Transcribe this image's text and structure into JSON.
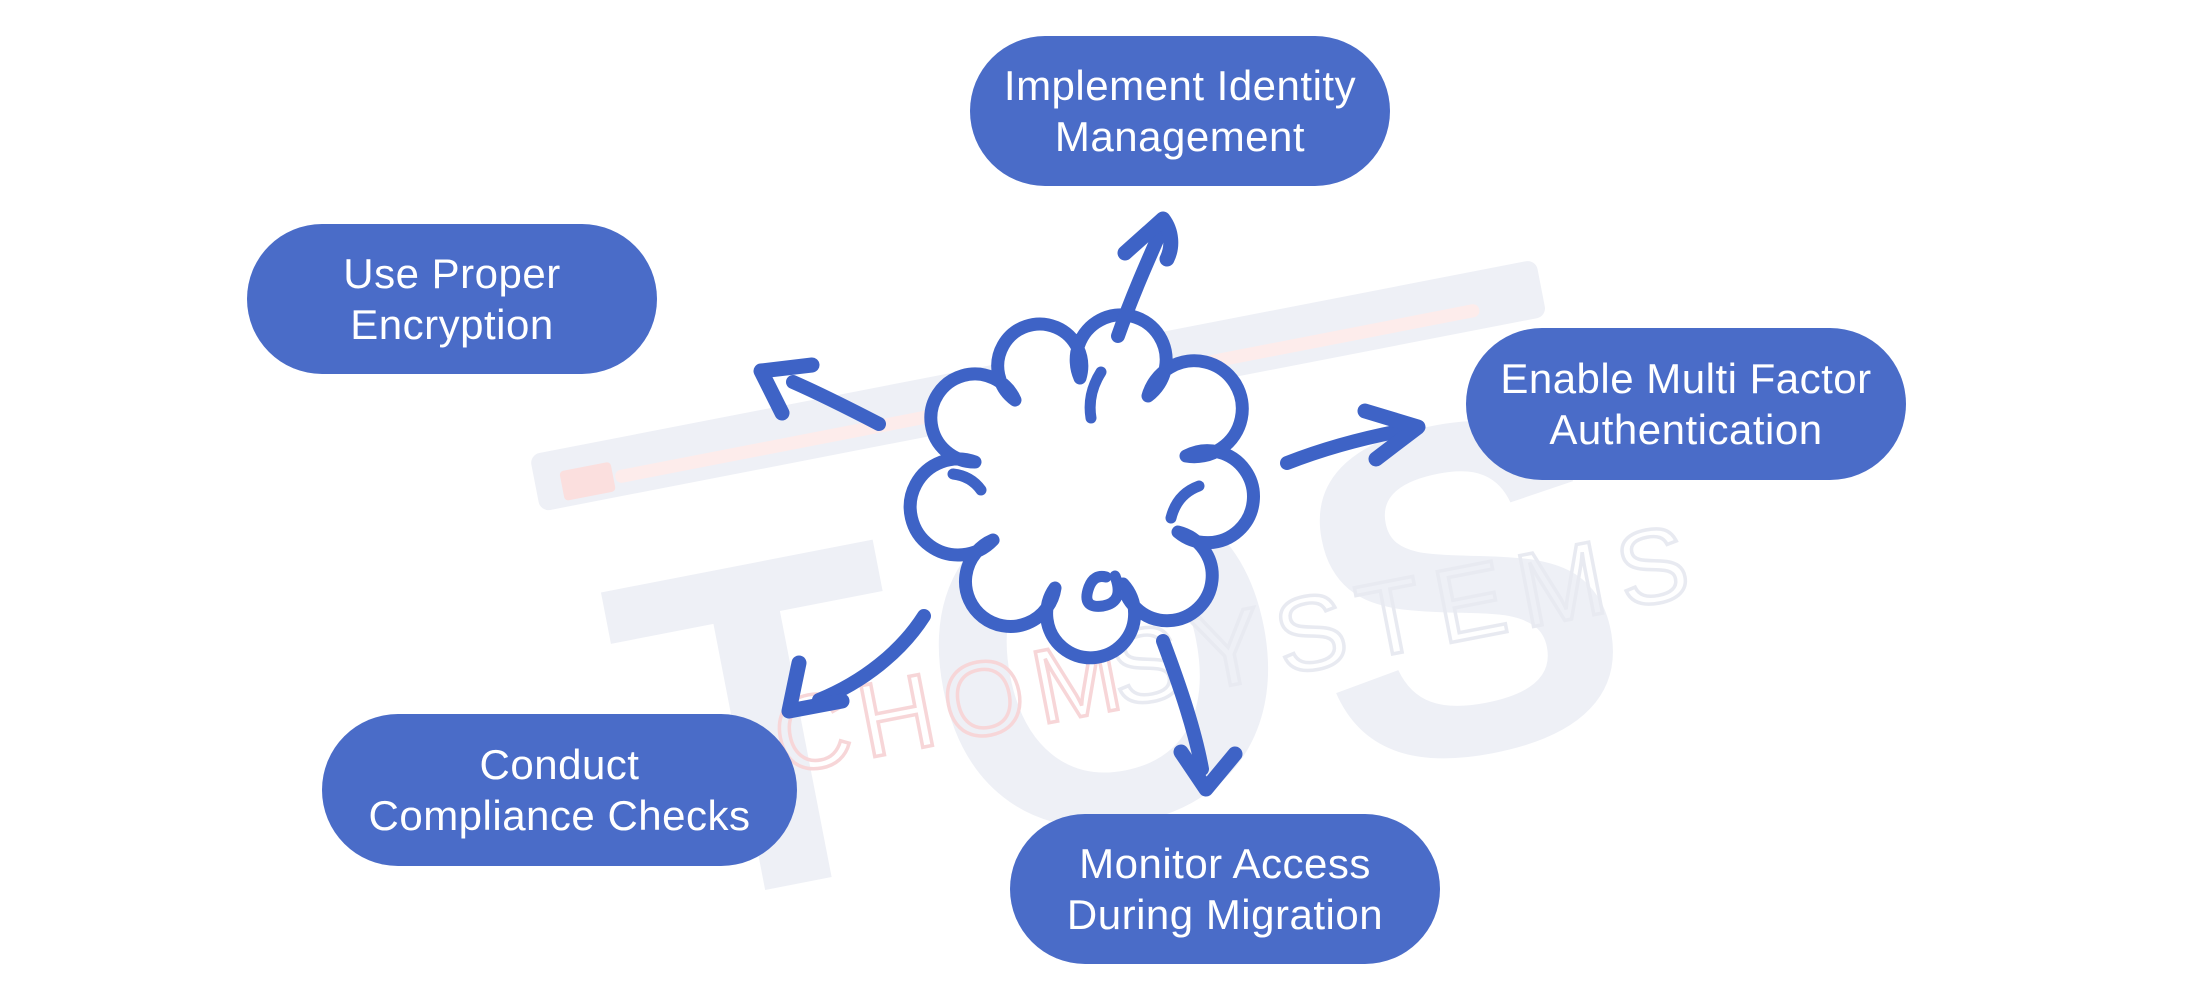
{
  "colors": {
    "background": "#ffffff",
    "pill": "#4a6cc8",
    "pill_text": "#ffffff",
    "ink": "#3e63c6",
    "watermark_gray": "#eef0f6",
    "watermark_text_gray": "#e8eaf1",
    "watermark_pink": "#f7d6d8",
    "watermark_stripe": "#fdeceb",
    "watermark_tab": "#fbdfde"
  },
  "watermark": {
    "logo": "TOS",
    "brand_part_pink": "CHOM",
    "brand_part_gray": "SYSTEMS"
  },
  "diagram": {
    "center_icon": "cloud-icon",
    "nodes": [
      {
        "position": "top",
        "line1": "Implement Identity",
        "line2": "Management"
      },
      {
        "position": "upper-left",
        "line1": "Use Proper",
        "line2": "Encryption"
      },
      {
        "position": "right",
        "line1": "Enable Multi Factor",
        "line2": "Authentication"
      },
      {
        "position": "lower-left",
        "line1": "Conduct",
        "line2": "Compliance Checks"
      },
      {
        "position": "bottom",
        "line1": "Monitor Access",
        "line2": "During Migration"
      }
    ]
  }
}
